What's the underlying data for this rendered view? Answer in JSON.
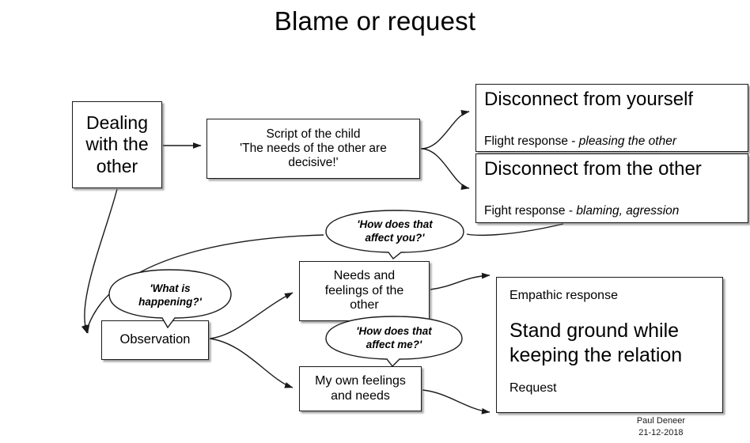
{
  "title": "Blame or request",
  "nodes": {
    "dealing": {
      "lines": [
        "Dealing",
        "with the",
        "other"
      ]
    },
    "script": {
      "lines": [
        "Script of the child",
        "'The needs of the other are",
        "decisive!'"
      ]
    },
    "disconnect_self": {
      "heading": "Disconnect from yourself",
      "sub_prefix": "Flight response - ",
      "sub_emphasis": "pleasing the other"
    },
    "disconnect_other": {
      "heading": "Disconnect from the other",
      "sub_prefix": "Fight response - ",
      "sub_emphasis": "blaming, agression"
    },
    "needs_other": {
      "lines": [
        "Needs and",
        "feelings of the",
        "other"
      ]
    },
    "observation": {
      "lines": [
        "Observation"
      ]
    },
    "my_own": {
      "lines": [
        "My own feelings",
        "and needs"
      ]
    },
    "stand_ground": {
      "top_label": "Empathic response",
      "headline_lines": [
        "Stand ground while",
        "keeping the relation"
      ],
      "bottom_label": "Request"
    }
  },
  "callouts": {
    "affect_you": {
      "lines": [
        "'How does that",
        "affect you?'"
      ]
    },
    "what_is_happening": {
      "lines": [
        "'What is",
        "happening?'"
      ]
    },
    "affect_me": {
      "lines": [
        "'How does that",
        "affect me?'"
      ]
    }
  },
  "signature": {
    "author": "Paul Deneer",
    "date": "21-12-2018"
  },
  "colors": {
    "stroke": "#1a1a1a",
    "background": "#ffffff",
    "shadow": "#5a5a5a"
  }
}
